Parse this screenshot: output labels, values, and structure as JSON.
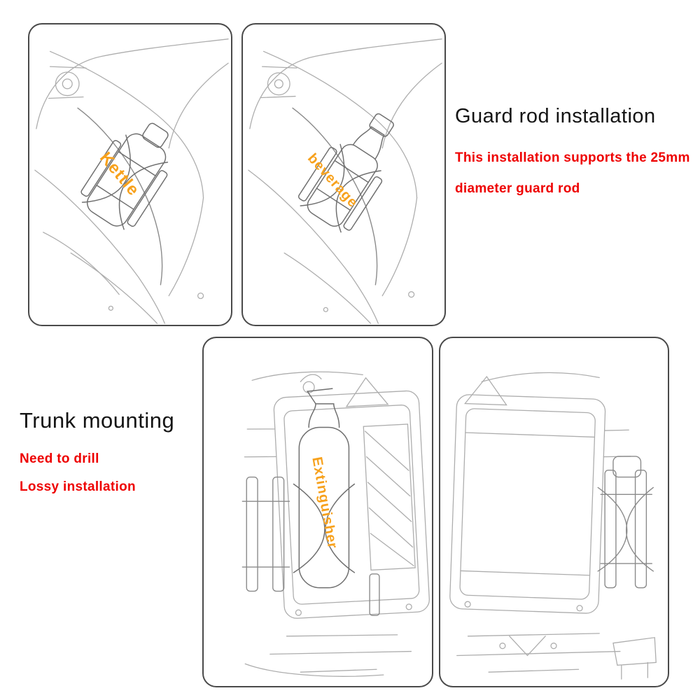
{
  "colors": {
    "background": "#ffffff",
    "panel_border": "#4a4a4a",
    "title_text": "#141414",
    "note_red": "#ee0000",
    "label_orange": "#f7a11c",
    "sketch_gray": "#adadad"
  },
  "sections": {
    "guard_rod": {
      "title": "Guard rod installation",
      "note_line1": "This installation supports the 25mm",
      "note_line2": "diameter guard rod"
    },
    "trunk": {
      "title": "Trunk mounting",
      "note_line1": "Need to drill",
      "note_line2": "Lossy installation"
    }
  },
  "labels": {
    "kettle": "Kettle",
    "beverage": "beverage",
    "extinguisher": "Extinguisher"
  }
}
